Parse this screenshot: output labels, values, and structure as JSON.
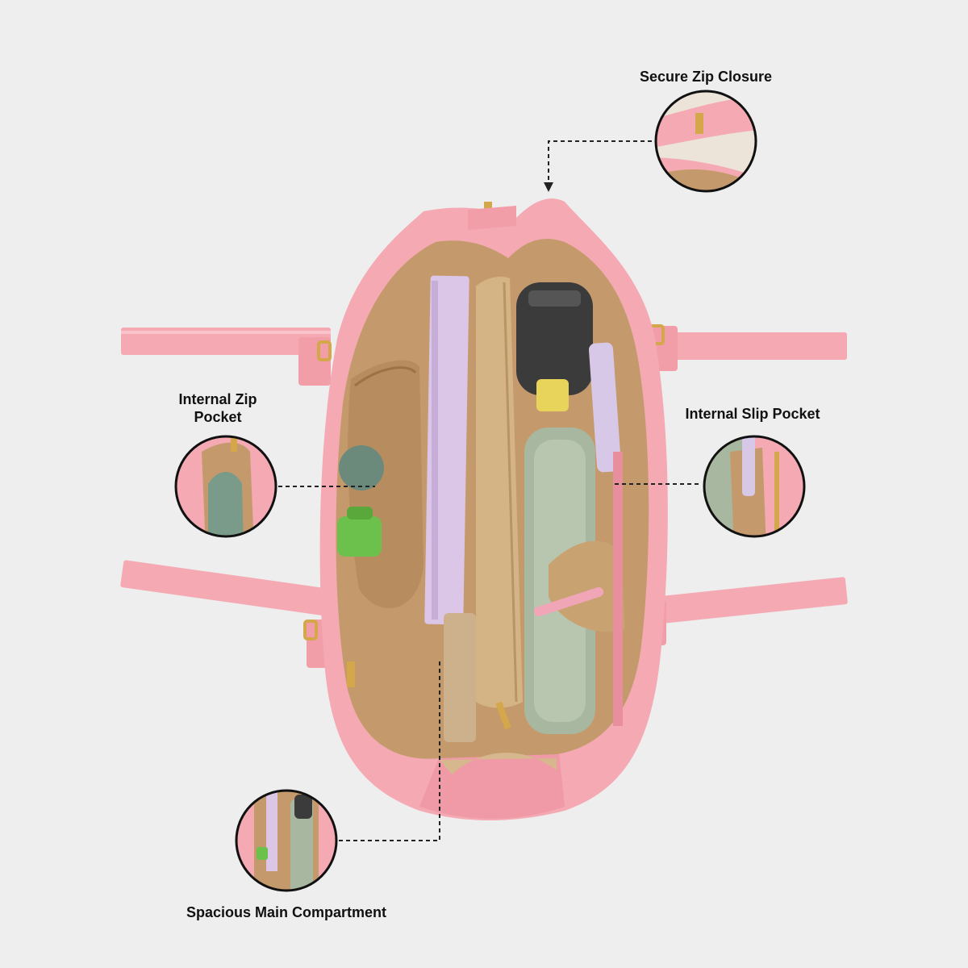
{
  "callouts": {
    "secure_zip": {
      "label": "Secure Zip Closure"
    },
    "internal_zip": {
      "label": "Internal Zip Pocket"
    },
    "internal_slip": {
      "label": "Internal Slip Pocket"
    },
    "main_compartment": {
      "label": "Spacious Main Compartment"
    }
  },
  "colors": {
    "background": "#eeeeee",
    "bag_pink": "#f4a9b3",
    "lining_tan": "#c49a6c",
    "hardware_gold": "#d4a84a"
  }
}
